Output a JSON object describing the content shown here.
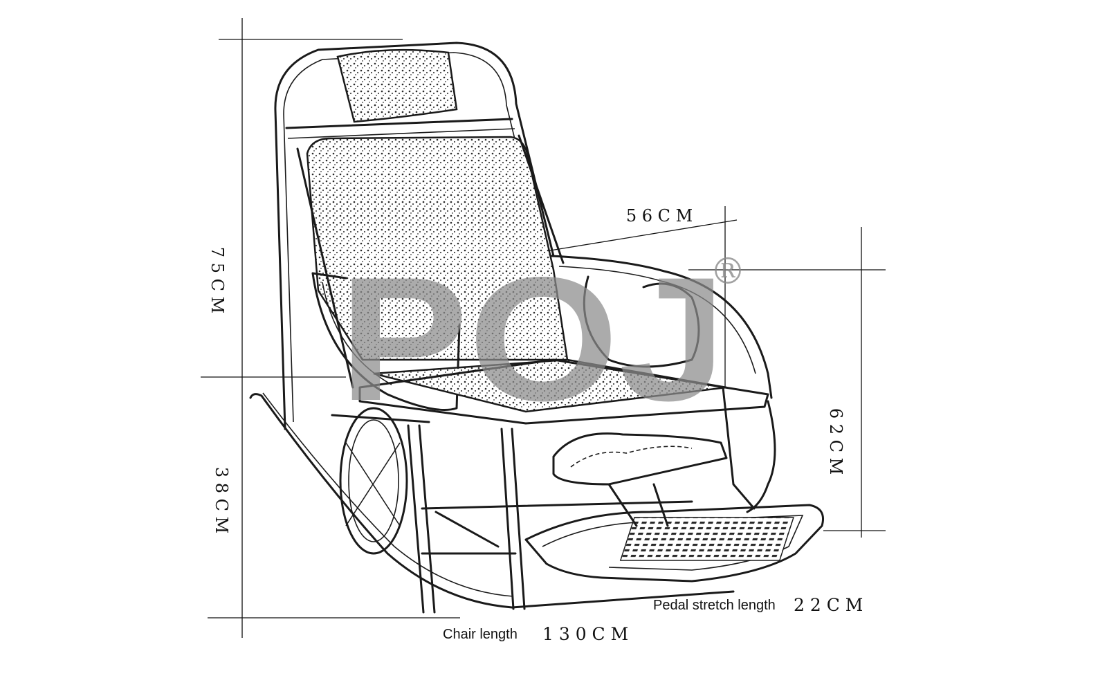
{
  "dimensions": {
    "depth": "5 6 C M",
    "back_height": "7 5 C M",
    "seat_height": "3 8 C M",
    "armrest_height": "6 2 C M",
    "pedal_label": "Pedal stretch length",
    "pedal_value": "2 2 C M",
    "length_label": "Chair length",
    "length_value": "1 3 0 C M"
  },
  "watermark": {
    "brand": "POJ",
    "registered": "®"
  },
  "colors": {
    "line": "#1a1a1a",
    "watermark": "#8c8c8c",
    "background": "#ffffff"
  }
}
